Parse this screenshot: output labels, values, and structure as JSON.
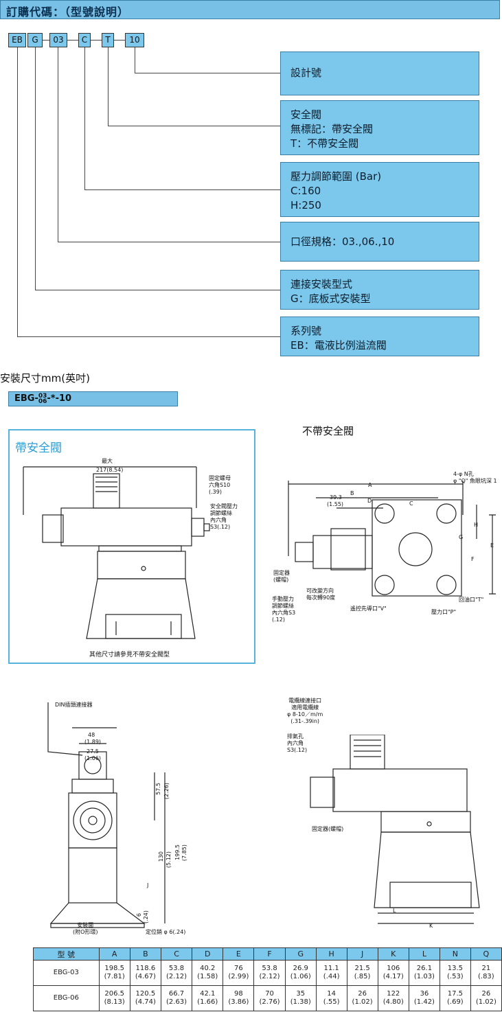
{
  "header": {
    "title": "訂購代碼：（型號說明）"
  },
  "code": {
    "parts": [
      "EB",
      "G",
      "03",
      "C",
      "T",
      "10"
    ]
  },
  "descriptions": [
    {
      "lines": [
        "設計號"
      ]
    },
    {
      "lines": [
        "安全閥",
        "無標記：帶安全閥",
        "T：不帶安全閥"
      ]
    },
    {
      "lines": [
        "壓力調節範圍 (Bar)",
        "C:160",
        "H:250"
      ]
    },
    {
      "lines": [
        "口徑規格：03.,06.,10"
      ]
    },
    {
      "lines": [
        "連接安裝型式",
        "G：底板式安裝型"
      ]
    },
    {
      "lines": [
        "系列號",
        "EB：電液比例溢流閥"
      ]
    }
  ],
  "dimensions_title": "安裝尺寸mm(英吋)",
  "model_bar": {
    "prefix": "EBG-",
    "top": "03",
    "bottom": "06",
    "suffix": "-*-10"
  },
  "with_valve": {
    "title": "帶安全閥",
    "max_label": "最大",
    "max_value": "217(8.54)",
    "nut_label": [
      "固定螺母",
      "六角S10",
      "(.39)"
    ],
    "screw_label": [
      "安全閥壓力",
      "調節螺絲",
      "內六角",
      "S3(.12)"
    ],
    "footnote": "其他尺寸請參見不帶安全閥型"
  },
  "without_valve": {
    "title": "不帶安全閥",
    "hole_label": [
      "4-φ N孔",
      "φ \"Q\" 魚眼坑深 1"
    ],
    "fixer_label": [
      "固定器",
      "(螺帽)"
    ],
    "manual_label": [
      "手動壓力",
      "調節螺絲",
      "內六角S3",
      "(.12)"
    ],
    "direction_label": [
      "可改變方向",
      "每次轉90度"
    ],
    "pilot_label": "遙控先導口\"V\"",
    "pressure_label": "壓力口\"P\"",
    "return_label": "回油口\"T\"",
    "dims": {
      "A": "A",
      "B": "B",
      "C": "C",
      "D": "D",
      "E": "E",
      "F": "F",
      "G": "G",
      "H": "H",
      "d393": "39.3",
      "d155": "(1.55)"
    }
  },
  "front_view": {
    "din_label": "DIN插頭連接器",
    "d48": "48",
    "d189": "(1.89)",
    "d275": "27.5",
    "d106": "(1.06)",
    "d575": "57.5",
    "d226": "(2.26)",
    "d1995": "199.5",
    "d785": "(7.85)",
    "d130": "130",
    "d512": "(5.12)",
    "d6": "6",
    "d24": "(.24)",
    "J": "J",
    "mount_label": [
      "安裝面",
      "(附O形環)"
    ],
    "pin_label": "定位銷 φ 6(.24)"
  },
  "side_view": {
    "cable_label": [
      "電纜線連接口",
      "適用電纜線",
      "φ 8-10／m/m",
      "(.31-.39in)"
    ],
    "vent_label": [
      "排氣孔",
      "內六角",
      "S3(.12)"
    ],
    "fixer_label": "固定器(螺帽)",
    "L": "L",
    "K": "K"
  },
  "table": {
    "headers": [
      "型 號",
      "A",
      "B",
      "C",
      "D",
      "E",
      "F",
      "G",
      "H",
      "J",
      "K",
      "L",
      "N",
      "Q"
    ],
    "rows": [
      [
        "EBG-03",
        "198.5\n(7.81)",
        "118.6\n(4.67)",
        "53.8\n(2.12)",
        "40.2\n(1.58)",
        "76\n(2.99)",
        "53.8\n(2.12)",
        "26.9\n(1.06)",
        "11.1\n(.44)",
        "21.5\n(.85)",
        "106\n(4.17)",
        "26.1\n(1.03)",
        "13.5\n(.53)",
        "21\n(.83)"
      ],
      [
        "EBG-06",
        "206.5\n(8.13)",
        "120.5\n(4.74)",
        "66.7\n(2.63)",
        "42.1\n(1.66)",
        "98\n(3.86)",
        "70\n(2.76)",
        "35\n(1.38)",
        "14\n(.55)",
        "26\n(1.02)",
        "122\n(4.80)",
        "36\n(1.42)",
        "17.5\n(.69)",
        "26\n(1.02)"
      ]
    ]
  }
}
